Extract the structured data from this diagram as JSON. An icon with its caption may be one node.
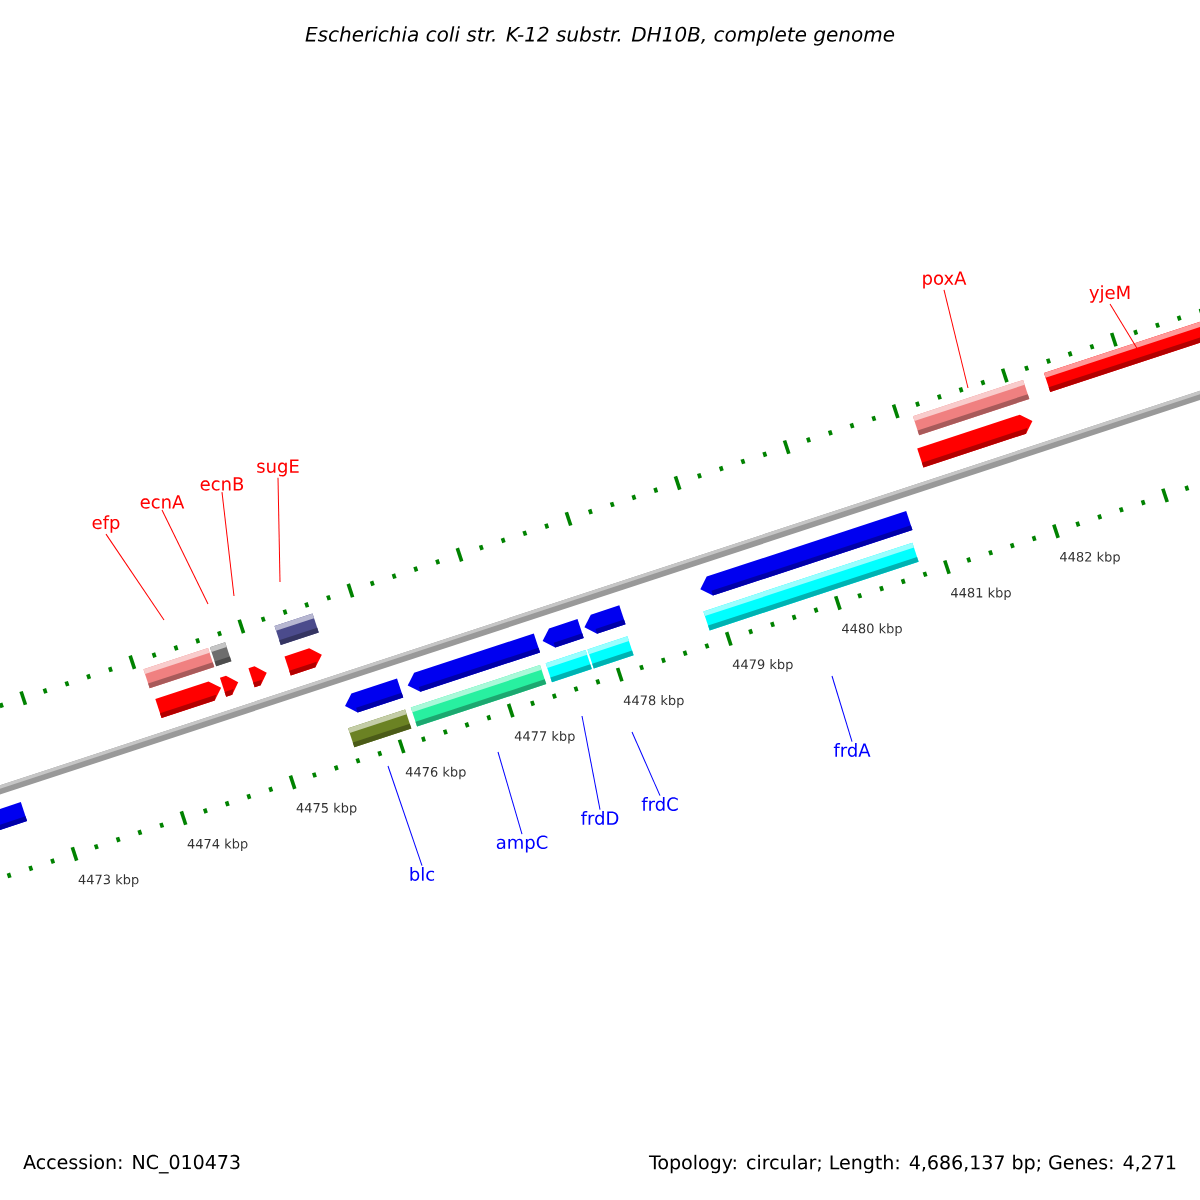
{
  "diagram": {
    "title": "Escherichia coli str. K-12 substr. DH10B, complete genome",
    "nodes": [
      {
        "text": [
          "efp"
        ]
      },
      {
        "text": [
          "ecnA"
        ]
      },
      {
        "text": [
          "ecnB"
        ]
      },
      {
        "text": [
          "sugE"
        ]
      },
      {
        "text": [
          "poxA"
        ]
      },
      {
        "text": [
          "yjeM"
        ]
      },
      {
        "text": [
          "blc"
        ]
      },
      {
        "text": [
          "ampC"
        ]
      },
      {
        "text": [
          "frdD"
        ]
      },
      {
        "text": [
          "frdC"
        ]
      },
      {
        "text": [
          "frdA"
        ]
      }
    ],
    "edges": [
      {
        "from": 0,
        "to": null,
        "arrow": "none"
      },
      {
        "from": 1,
        "to": null,
        "arrow": "none"
      },
      {
        "from": 2,
        "to": null,
        "arrow": "none"
      },
      {
        "from": 3,
        "to": null,
        "arrow": "none"
      },
      {
        "from": 4,
        "to": null,
        "arrow": "none"
      },
      {
        "from": 5,
        "to": null,
        "arrow": "none"
      },
      {
        "from": 6,
        "to": null,
        "arrow": "none",
        "color": "#0000ff"
      },
      {
        "from": 7,
        "to": null,
        "arrow": "none",
        "color": "#0000ff"
      },
      {
        "from": 8,
        "to": null,
        "arrow": "none",
        "color": "#0000ff"
      },
      {
        "from": 9,
        "to": null,
        "arrow": "none",
        "color": "#0000ff"
      },
      {
        "from": 10,
        "to": null,
        "arrow": "none",
        "color": "#0000ff"
      }
    ],
    "labels": [
      "4473 kbp",
      "4474 kbp",
      "4475 kbp",
      "4476 kbp",
      "4477 kbp",
      "4478 kbp",
      "4479 kbp",
      "4480 kbp",
      "4481 kbp",
      "4482 kbp",
      "Accession: NC_010473",
      "Topology: circular; Length: 4,686,137 bp; Genes: 4,271"
    ]
  }
}
